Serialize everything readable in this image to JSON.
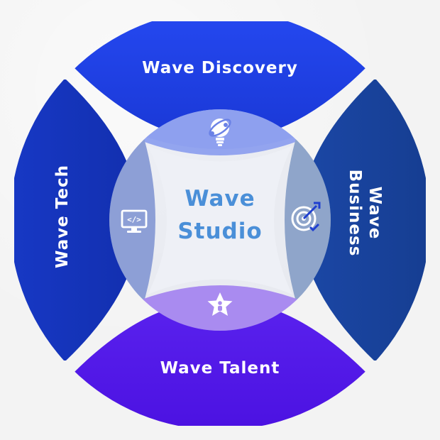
{
  "center": {
    "line1": "Wave",
    "line2": "Studio"
  },
  "segments": {
    "top": {
      "label": "Wave Discovery",
      "icon": "lightbulb-orbit-icon"
    },
    "left": {
      "label": "Wave Tech",
      "icon": "code-monitor-icon"
    },
    "right": {
      "line1": "Wave",
      "line2": "Business",
      "icon": "target-arrow-icon"
    },
    "bottom": {
      "label": "Wave Talent",
      "icon": "star-person-icon"
    }
  },
  "colors": {
    "background": "#f3f3f3",
    "top": "#1f3fe0",
    "left": "#1434b8",
    "right": "#17408f",
    "bottom": "#4f17e6",
    "center_text": "#4a8fd8",
    "inner_top": "#8e9fef",
    "inner_left": "#8ea0d6",
    "inner_right": "#8ea4c9",
    "inner_bottom": "#a98cf0"
  }
}
